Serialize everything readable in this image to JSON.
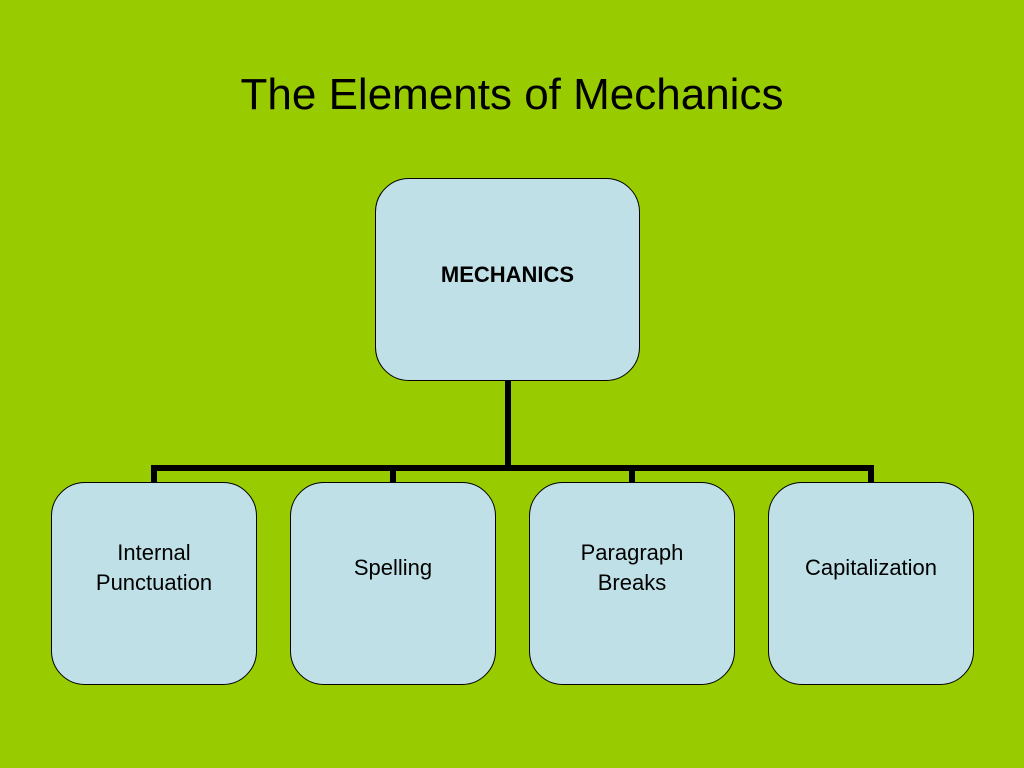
{
  "title": "The Elements of Mechanics",
  "diagram": {
    "root": "MECHANICS",
    "children": [
      "Internal\nPunctuation",
      "Spelling",
      "Paragraph\nBreaks",
      "Capitalization"
    ]
  },
  "colors": {
    "background": "#99cc00",
    "node_fill": "#bfe0e6",
    "lines": "#000000"
  }
}
